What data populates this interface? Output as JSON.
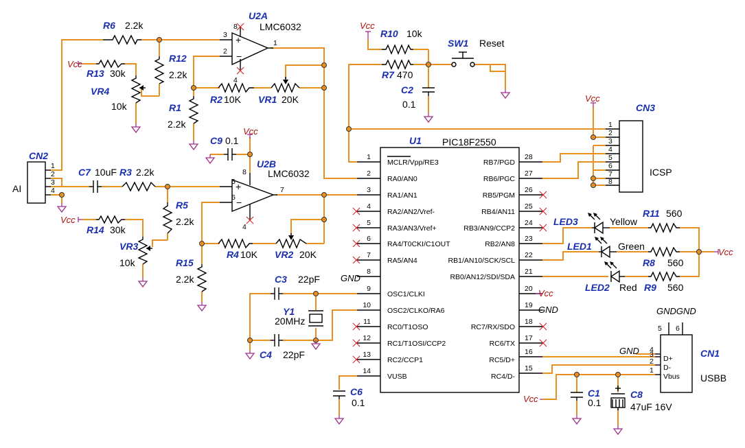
{
  "schematic": {
    "u1": {
      "ref": "U1",
      "part": "PIC18F2550",
      "pins_left": [
        {
          "num": "1",
          "name": "MCLR/Vpp/RE3"
        },
        {
          "num": "2",
          "name": "RA0/AN0"
        },
        {
          "num": "3",
          "name": "RA1/AN1"
        },
        {
          "num": "4",
          "name": "RA2/AN2/Vref-"
        },
        {
          "num": "5",
          "name": "RA3/AN3/Vref+"
        },
        {
          "num": "6",
          "name": "RA4/T0CKI/C1OUT"
        },
        {
          "num": "7",
          "name": "RA5/AN4"
        },
        {
          "num": "8",
          "name": ""
        },
        {
          "num": "9",
          "name": "OSC1/CLKI"
        },
        {
          "num": "10",
          "name": "OSC2/CLKO/RA6"
        },
        {
          "num": "11",
          "name": "RC0/T1OSO"
        },
        {
          "num": "12",
          "name": "RC1/T1OSI/CCP2"
        },
        {
          "num": "13",
          "name": "RC2/CCP1"
        },
        {
          "num": "14",
          "name": "VUSB"
        }
      ],
      "pins_right": [
        {
          "num": "28",
          "name": "RB7/PGD"
        },
        {
          "num": "27",
          "name": "RB6/PGC"
        },
        {
          "num": "26",
          "name": "RB5/PGM"
        },
        {
          "num": "25",
          "name": "RB4/AN11"
        },
        {
          "num": "24",
          "name": "RB3/AN9/CCP2"
        },
        {
          "num": "23",
          "name": "RB2/AN8"
        },
        {
          "num": "22",
          "name": "RB1/AN10/SCK/SCL"
        },
        {
          "num": "21",
          "name": "RB0/AN12/SDI/SDA"
        },
        {
          "num": "20",
          "name": ""
        },
        {
          "num": "19",
          "name": ""
        },
        {
          "num": "18",
          "name": "RC7/RX/SDO"
        },
        {
          "num": "17",
          "name": "RC6/TX"
        },
        {
          "num": "16",
          "name": "RC5/D+"
        },
        {
          "num": "15",
          "name": "RC4/D-"
        }
      ]
    },
    "u2a": {
      "ref": "U2A",
      "part": "LMC6032",
      "p3": "3",
      "p2": "2",
      "p1": "1",
      "p8": "8",
      "p4": "4"
    },
    "u2b": {
      "ref": "U2B",
      "part": "LMC6032",
      "p5": "5",
      "p6": "6",
      "p7": "7",
      "p8": "8",
      "p4": "4"
    },
    "r6": {
      "ref": "R6",
      "val": "2.2k"
    },
    "r12": {
      "ref": "R12",
      "val": "2.2k"
    },
    "r13": {
      "ref": "R13",
      "val": "30k"
    },
    "vr4": {
      "ref": "VR4",
      "val": "10k"
    },
    "r1": {
      "ref": "R1",
      "val": "2.2k"
    },
    "r2": {
      "ref": "R2",
      "val": "10K"
    },
    "vr1": {
      "ref": "VR1",
      "val": "20K"
    },
    "c9": {
      "ref": "C9",
      "val": "0.1"
    },
    "c7": {
      "ref": "C7",
      "val": "10uF"
    },
    "r3": {
      "ref": "R3",
      "val": "2.2k"
    },
    "r5": {
      "ref": "R5",
      "val": "2.2k"
    },
    "r14": {
      "ref": "R14",
      "val": "30k"
    },
    "vr3": {
      "ref": "VR3",
      "val": "10k"
    },
    "r15": {
      "ref": "R15",
      "val": "2.2k"
    },
    "r4": {
      "ref": "R4",
      "val": "10K"
    },
    "vr2": {
      "ref": "VR2",
      "val": "20K"
    },
    "c3": {
      "ref": "C3",
      "val": "22pF"
    },
    "c4": {
      "ref": "C4",
      "val": "22pF"
    },
    "y1": {
      "ref": "Y1",
      "val": "20MHz"
    },
    "c6": {
      "ref": "C6",
      "val": "0.1"
    },
    "r10": {
      "ref": "R10",
      "val": "10k"
    },
    "r7": {
      "ref": "R7",
      "val": "470"
    },
    "sw1": {
      "ref": "SW1",
      "val": "Reset"
    },
    "c2": {
      "ref": "C2",
      "val": "0.1"
    },
    "cn3": {
      "ref": "CN3",
      "val": "ICSP",
      "pins": [
        "1",
        "2",
        "3",
        "4",
        "5",
        "6",
        "7",
        "8"
      ]
    },
    "cn2": {
      "ref": "CN2",
      "val": "AI",
      "pins": [
        "1",
        "2",
        "3",
        "4"
      ]
    },
    "cn1": {
      "ref": "CN1",
      "val": "USBB",
      "pins": [
        "1",
        "2",
        "3",
        "4"
      ],
      "top_pins": [
        "5",
        "6"
      ],
      "labels": [
        "D+",
        "D-",
        "Vbus"
      ]
    },
    "led3": {
      "ref": "LED3",
      "val": "Yellow"
    },
    "led1": {
      "ref": "LED1",
      "val": "Green"
    },
    "led2": {
      "ref": "LED2",
      "val": "Red"
    },
    "r11": {
      "ref": "R11",
      "val": "560"
    },
    "r8": {
      "ref": "R8",
      "val": "560"
    },
    "r9": {
      "ref": "R9",
      "val": "560"
    },
    "c1": {
      "ref": "C1",
      "val": "0.1"
    },
    "c8": {
      "ref": "C8",
      "val": "47uF 16V"
    },
    "vcc": "Vcc",
    "gnd": "GND",
    "gndgnd": "GNDGND"
  }
}
